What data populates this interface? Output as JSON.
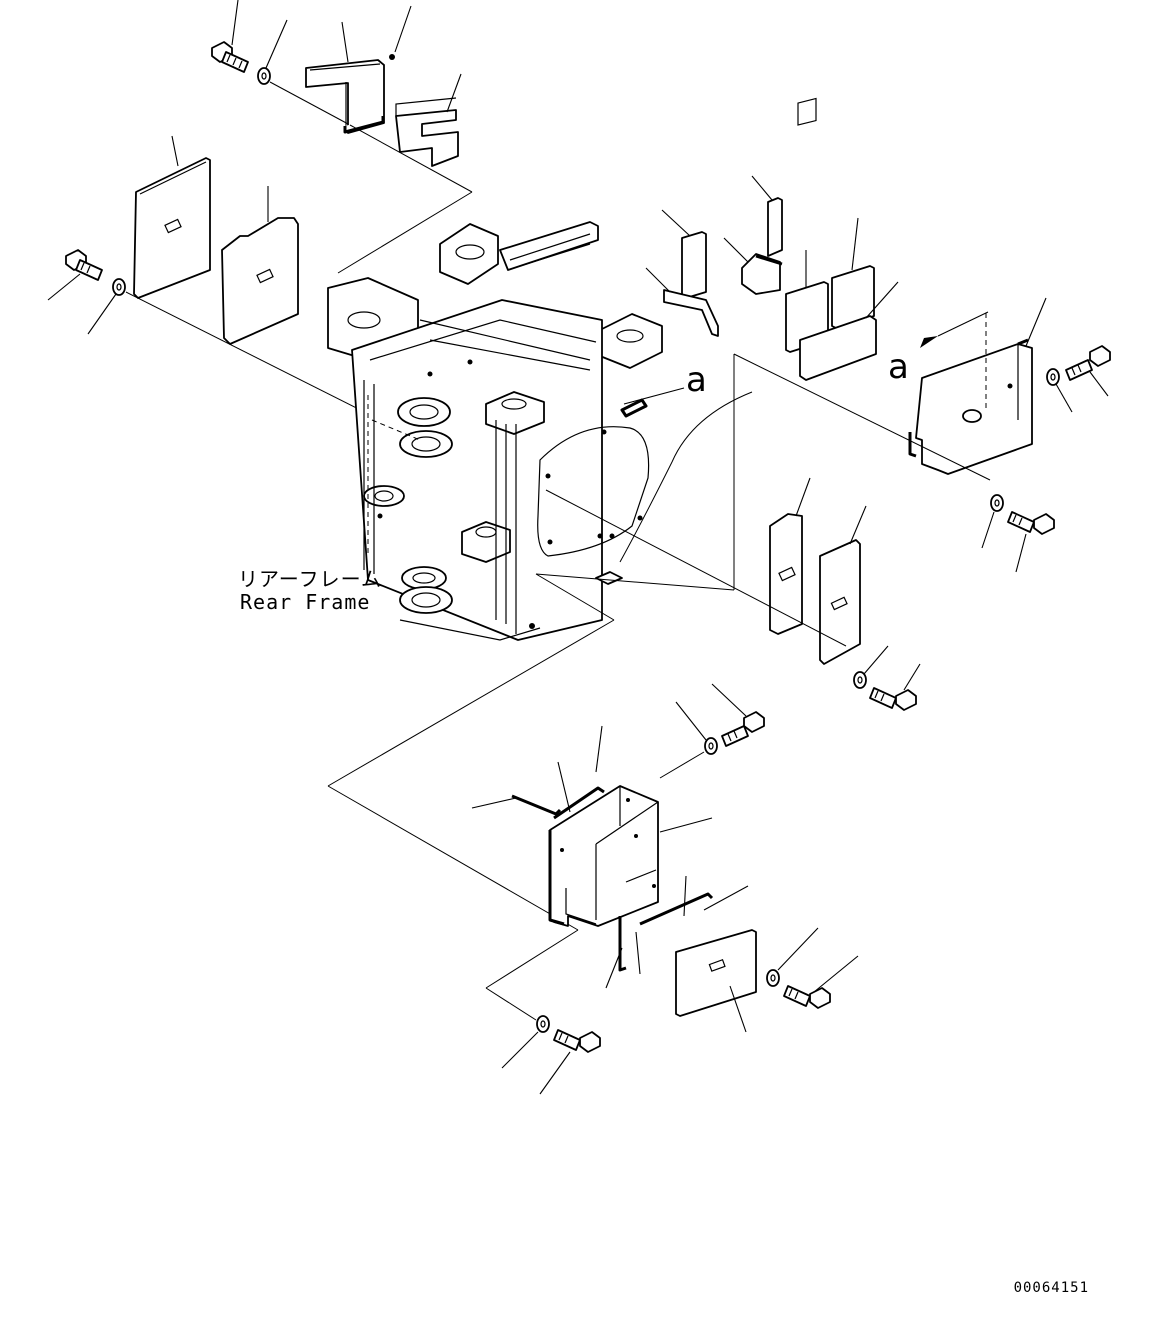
{
  "frame_label": {
    "japanese": "リアーフレーム",
    "english": "Rear Frame"
  },
  "view_marks": {
    "left": "a",
    "right": "a"
  },
  "drawing_number": "00064151",
  "colors": {
    "line": "#000000",
    "background": "#ffffff"
  }
}
